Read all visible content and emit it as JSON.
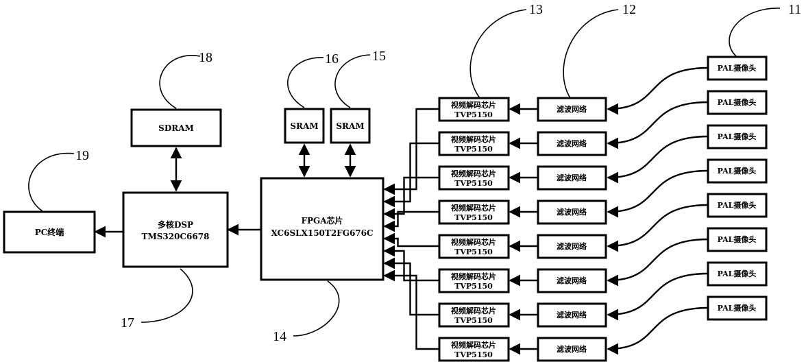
{
  "blocks": {
    "pc": "PC终端",
    "dsp_line1": "多核DSP",
    "dsp_line2": "TMS320C6678",
    "sdram": "SDRAM",
    "fpga_line1": "FPGA芯片",
    "fpga_line2": "XC6SLX150T2FG676C",
    "sram": "SRAM"
  },
  "channels": {
    "count": 8,
    "decoder_line1": "视频解码芯片",
    "decoder_line2": "TVP5150",
    "filter": "滤波网络",
    "camera": "PAL摄像头"
  },
  "refs": {
    "camera": "11",
    "filter": "12",
    "decoder": "13",
    "fpga": "14",
    "sram_right": "15",
    "sram_left": "16",
    "dsp": "17",
    "sdram": "18",
    "pc": "19"
  }
}
